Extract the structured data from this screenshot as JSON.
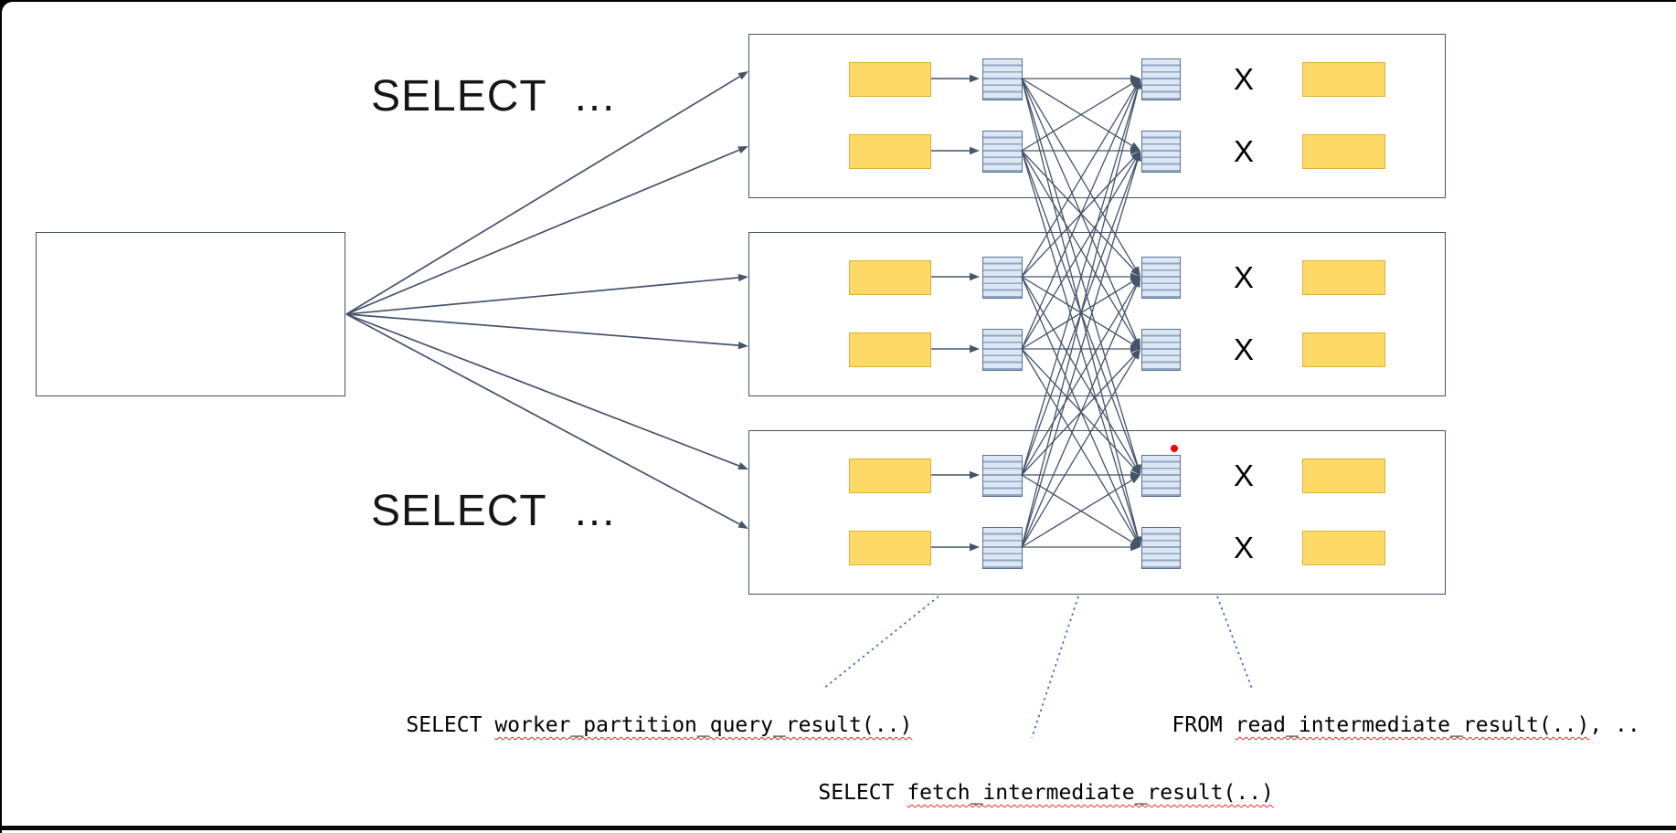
{
  "labels": {
    "select_top": "SELECT  …",
    "select_bottom": "SELECT  …",
    "x": "X"
  },
  "annotations": {
    "partition": {
      "keyword": "SELECT",
      "identifier": "worker_partition_query_result(..)"
    },
    "read": {
      "keyword": "FROM",
      "identifier": "read_intermediate_result(..)",
      "suffix": ", .."
    },
    "fetch": {
      "keyword": "SELECT",
      "identifier": "fetch_intermediate_result(..)"
    }
  },
  "colors": {
    "line": "#44546A",
    "shard_fill": "#FFD966",
    "intermediate_fill": "#DDE7F3",
    "intermediate_stripe": "#8FA6C4",
    "leader_line": "#4472C4",
    "squiggle": "#FF2222",
    "marker_dot": "#FF0000"
  }
}
